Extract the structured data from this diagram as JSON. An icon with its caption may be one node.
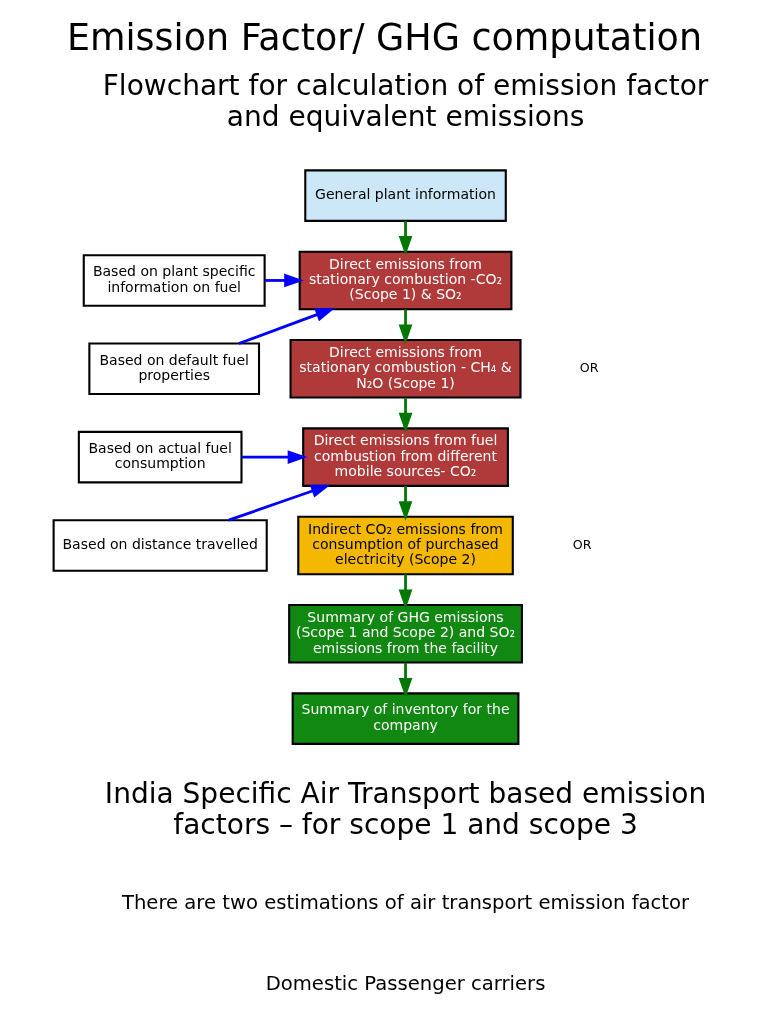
{
  "diagram": {
    "title": "Emission Factor/ GHG computation",
    "nodes": [
      {
        "text": [
          "General plant information"
        ]
      },
      {
        "text": [
          "Direct emissions from stationary combustion -CO₂ (Scope 1) & SO₂"
        ]
      },
      {
        "text": [
          "Based on plant specific information on fuel"
        ]
      },
      {
        "text": [
          "Based on default fuel properties"
        ]
      },
      {
        "text": [
          "Direct emissions from stationary combustion - CH₄ & N₂O (Scope 1)"
        ]
      },
      {
        "text": [
          "Direct emissions from fuel combustion from different mobile sources- CO₂"
        ]
      },
      {
        "text": [
          "Based on actual fuel consumption"
        ]
      },
      {
        "text": [
          "Based on distance travelled"
        ]
      },
      {
        "text": [
          "Indirect CO₂ emissions from consumption of purchased electricity (Scope 2)"
        ]
      },
      {
        "text": [
          "Summary of GHG emissions (Scope 1 and Scope 2) and SO₂ emissions from the facility"
        ]
      },
      {
        "text": [
          "Summary of inventory for the company"
        ]
      }
    ],
    "edges": [
      {
        "from": 0,
        "to": 1,
        "arrow": "to"
      },
      {
        "from": 2,
        "to": 1,
        "arrow": "to",
        "color": "#0000ff"
      },
      {
        "from": 3,
        "to": 1,
        "arrow": "to",
        "color": "#0000ff"
      },
      {
        "from": 1,
        "to": 4,
        "arrow": "to"
      },
      {
        "from": 4,
        "to": 5,
        "arrow": "to"
      },
      {
        "from": 6,
        "to": 5,
        "arrow": "to",
        "color": "#0000ff"
      },
      {
        "from": 7,
        "to": 5,
        "arrow": "to",
        "color": "#0000ff"
      },
      {
        "from": 5,
        "to": 8,
        "arrow": "to"
      },
      {
        "from": 8,
        "to": 9,
        "arrow": "to"
      },
      {
        "from": 9,
        "to": 10,
        "arrow": "to"
      }
    ],
    "labels": [
      "Flowchart for calculation of emission factor and equivalent emissions",
      "OR",
      "OR",
      "India Specific Air Transport based emission factors – for scope 1 and scope 3",
      "There are two estimations of air transport emission factor",
      "Domestic Passenger carriers"
    ]
  }
}
